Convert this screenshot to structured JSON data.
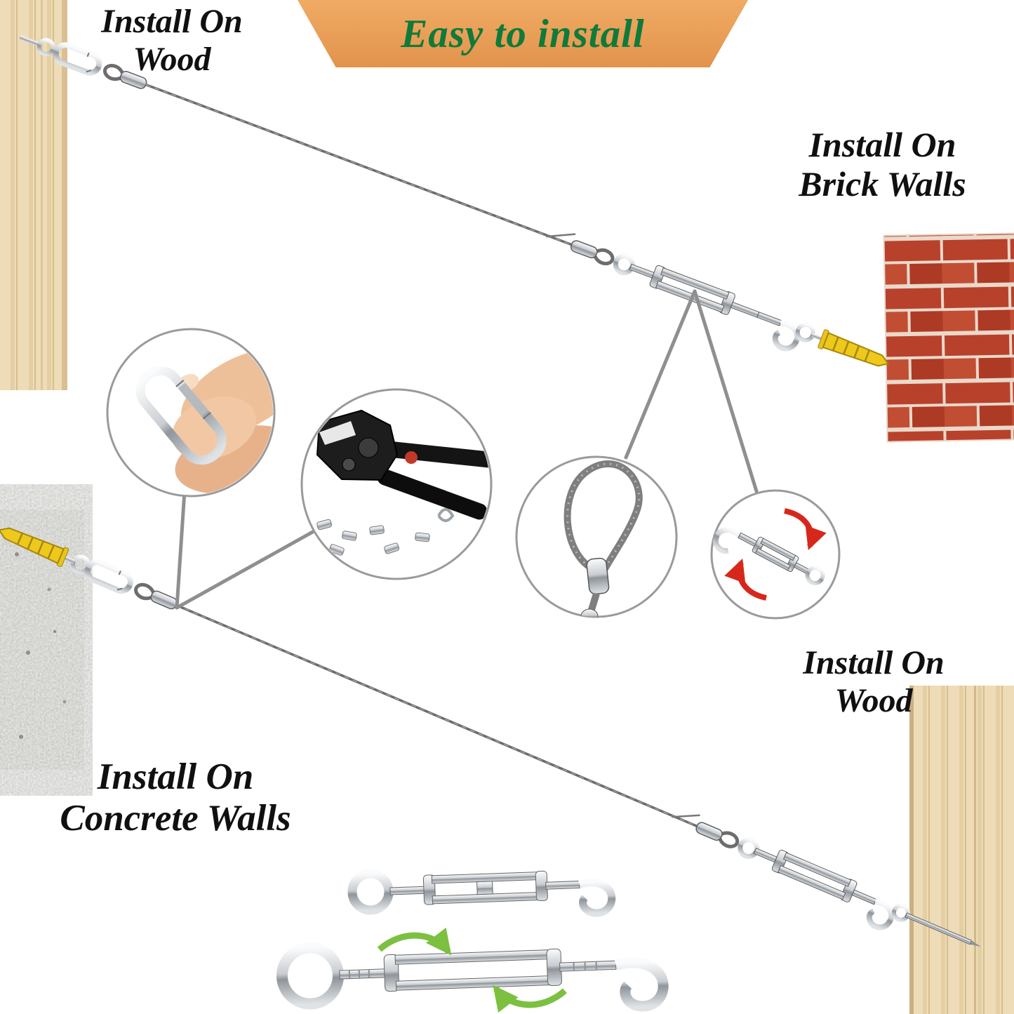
{
  "banner": {
    "label": "Easy to install"
  },
  "labels": {
    "wood_top_left": {
      "line1": "Install On",
      "line2": "Wood"
    },
    "brick_right": {
      "line1": "Install On",
      "line2": "Brick Walls"
    },
    "wood_mid_right": {
      "line1": "Install On",
      "line2": "Wood"
    },
    "concrete_bottom_left": {
      "line1": "Install On",
      "line2": "Concrete Walls"
    }
  },
  "colors": {
    "banner_background": "#eba25c",
    "banner_text": "#0f7a3a",
    "label_text": "#101010",
    "brick_red": "#b8412b",
    "mortar_cream": "#e9d9cb",
    "wood_light": "#eedcb8",
    "concrete_gray": "#c9c9c7",
    "steel_gray": "#9aa0a5",
    "anchor_yellow": "#edc91c",
    "rotation_arrow_red": "#d7271b",
    "rotation_arrow_green": "#7cc03f",
    "callout_line_gray": "#8f8f8f"
  }
}
